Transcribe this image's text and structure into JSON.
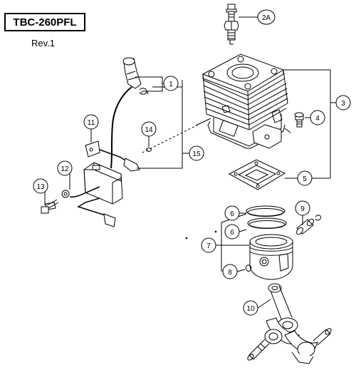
{
  "header": {
    "model": "TBC-260PFL",
    "revision": "Rev.1"
  },
  "callouts": [
    {
      "id": "c2a",
      "label": "2A"
    },
    {
      "id": "c1",
      "label": "1"
    },
    {
      "id": "c3",
      "label": "3"
    },
    {
      "id": "c4",
      "label": "4"
    },
    {
      "id": "c5",
      "label": "5"
    },
    {
      "id": "c6a",
      "label": "6"
    },
    {
      "id": "c6b",
      "label": "6"
    },
    {
      "id": "c7",
      "label": "7"
    },
    {
      "id": "c8",
      "label": "8"
    },
    {
      "id": "c9",
      "label": "9"
    },
    {
      "id": "c10",
      "label": "10"
    },
    {
      "id": "c11",
      "label": "11"
    },
    {
      "id": "c12",
      "label": "12"
    },
    {
      "id": "c13",
      "label": "13"
    },
    {
      "id": "c14",
      "label": "14"
    },
    {
      "id": "c15",
      "label": "15"
    }
  ],
  "parts": [
    "spark-plug",
    "ignition-coil",
    "cylinder",
    "muffler-gasket",
    "piston",
    "piston-ring",
    "piston-pin",
    "circlip",
    "crankshaft",
    "screw",
    "washer"
  ]
}
